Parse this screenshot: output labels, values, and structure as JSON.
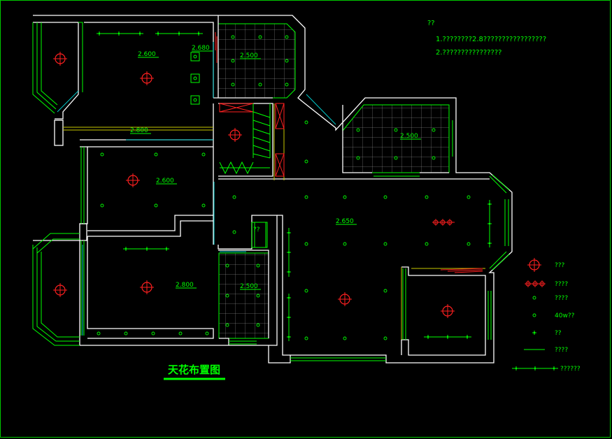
{
  "drawing": {
    "title": "天花布置图",
    "notes_heading": "??",
    "notes": [
      "1.????????2.8?????????????????",
      "2.????????????????"
    ]
  },
  "elevations": [
    "2.600",
    "2.680",
    "2.500",
    "2.800",
    "2.600",
    "2.500",
    "2.650",
    "2.800",
    "2.500"
  ],
  "room_label": "??",
  "legend": [
    {
      "symbol": "large-ceiling-light",
      "label": "???"
    },
    {
      "symbol": "triple-spotlight",
      "label": "????"
    },
    {
      "symbol": "small-downlight",
      "label": "????"
    },
    {
      "symbol": "40w-downlight",
      "label": "40w??"
    },
    {
      "symbol": "cross-marker",
      "label": "??"
    },
    {
      "symbol": "line-segment",
      "label": "????"
    },
    {
      "symbol": "light-strip",
      "label": "??????"
    }
  ],
  "colors": {
    "background": "#000000",
    "wall": "#ffffff",
    "green": "#00ff00",
    "red": "#ff0000",
    "cyan": "#00c8c8",
    "yellow": "#c8c800"
  }
}
